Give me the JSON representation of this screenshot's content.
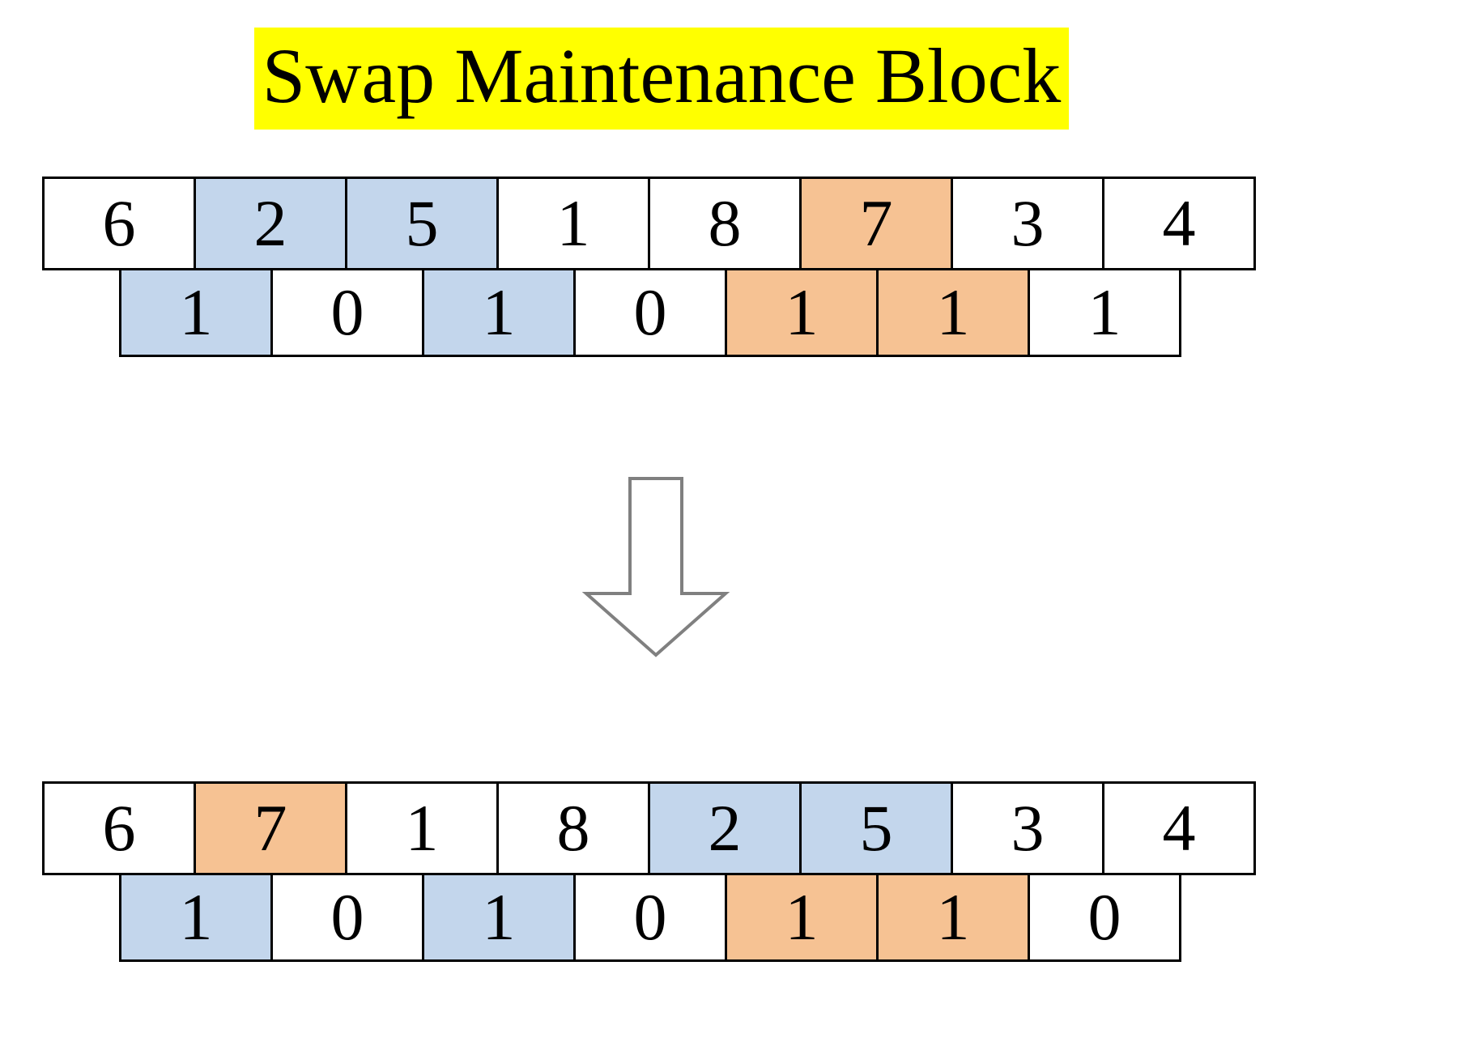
{
  "title": {
    "text": "Swap Maintenance Block",
    "highlight_color": "#ffff00",
    "text_color": "#000000"
  },
  "colors": {
    "blue_highlight": "#c3d6ec",
    "orange_highlight": "#f6c293",
    "plain": "#ffffff",
    "border": "#000000",
    "arrow_stroke": "#808080"
  },
  "arrow": {
    "icon": "down-arrow-outline-icon",
    "direction": "down"
  },
  "diagram": {
    "before": {
      "label": "before-swap",
      "values": [
        {
          "text": "6",
          "fill": "white"
        },
        {
          "text": "2",
          "fill": "blue"
        },
        {
          "text": "5",
          "fill": "blue"
        },
        {
          "text": "1",
          "fill": "white"
        },
        {
          "text": "8",
          "fill": "white"
        },
        {
          "text": "7",
          "fill": "orange"
        },
        {
          "text": "3",
          "fill": "white"
        },
        {
          "text": "4",
          "fill": "white"
        }
      ],
      "bits": [
        {
          "text": "1",
          "fill": "blue"
        },
        {
          "text": "0",
          "fill": "white"
        },
        {
          "text": "1",
          "fill": "blue"
        },
        {
          "text": "0",
          "fill": "white"
        },
        {
          "text": "1",
          "fill": "orange"
        },
        {
          "text": "1",
          "fill": "orange"
        },
        {
          "text": "1",
          "fill": "white"
        }
      ]
    },
    "after": {
      "label": "after-swap",
      "values": [
        {
          "text": "6",
          "fill": "white"
        },
        {
          "text": "7",
          "fill": "orange"
        },
        {
          "text": "1",
          "fill": "white"
        },
        {
          "text": "8",
          "fill": "white"
        },
        {
          "text": "2",
          "fill": "blue"
        },
        {
          "text": "5",
          "fill": "blue"
        },
        {
          "text": "3",
          "fill": "white"
        },
        {
          "text": "4",
          "fill": "white"
        }
      ],
      "bits": [
        {
          "text": "1",
          "fill": "blue"
        },
        {
          "text": "0",
          "fill": "white"
        },
        {
          "text": "1",
          "fill": "blue"
        },
        {
          "text": "0",
          "fill": "white"
        },
        {
          "text": "1",
          "fill": "orange"
        },
        {
          "text": "1",
          "fill": "orange"
        },
        {
          "text": "0",
          "fill": "white"
        }
      ]
    }
  }
}
